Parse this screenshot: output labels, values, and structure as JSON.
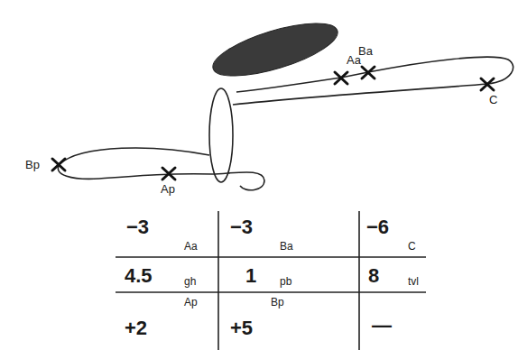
{
  "diagram": {
    "labels": [
      "Aa",
      "Ba",
      "C",
      "Bp",
      "Ap",
      "−3",
      "Aa",
      "−3",
      "Ba",
      "−6",
      "C",
      "4.5",
      "gh",
      "1",
      "pb",
      "8",
      "tvl",
      "+2",
      "Ap",
      "+5",
      "Bp",
      "—"
    ]
  }
}
